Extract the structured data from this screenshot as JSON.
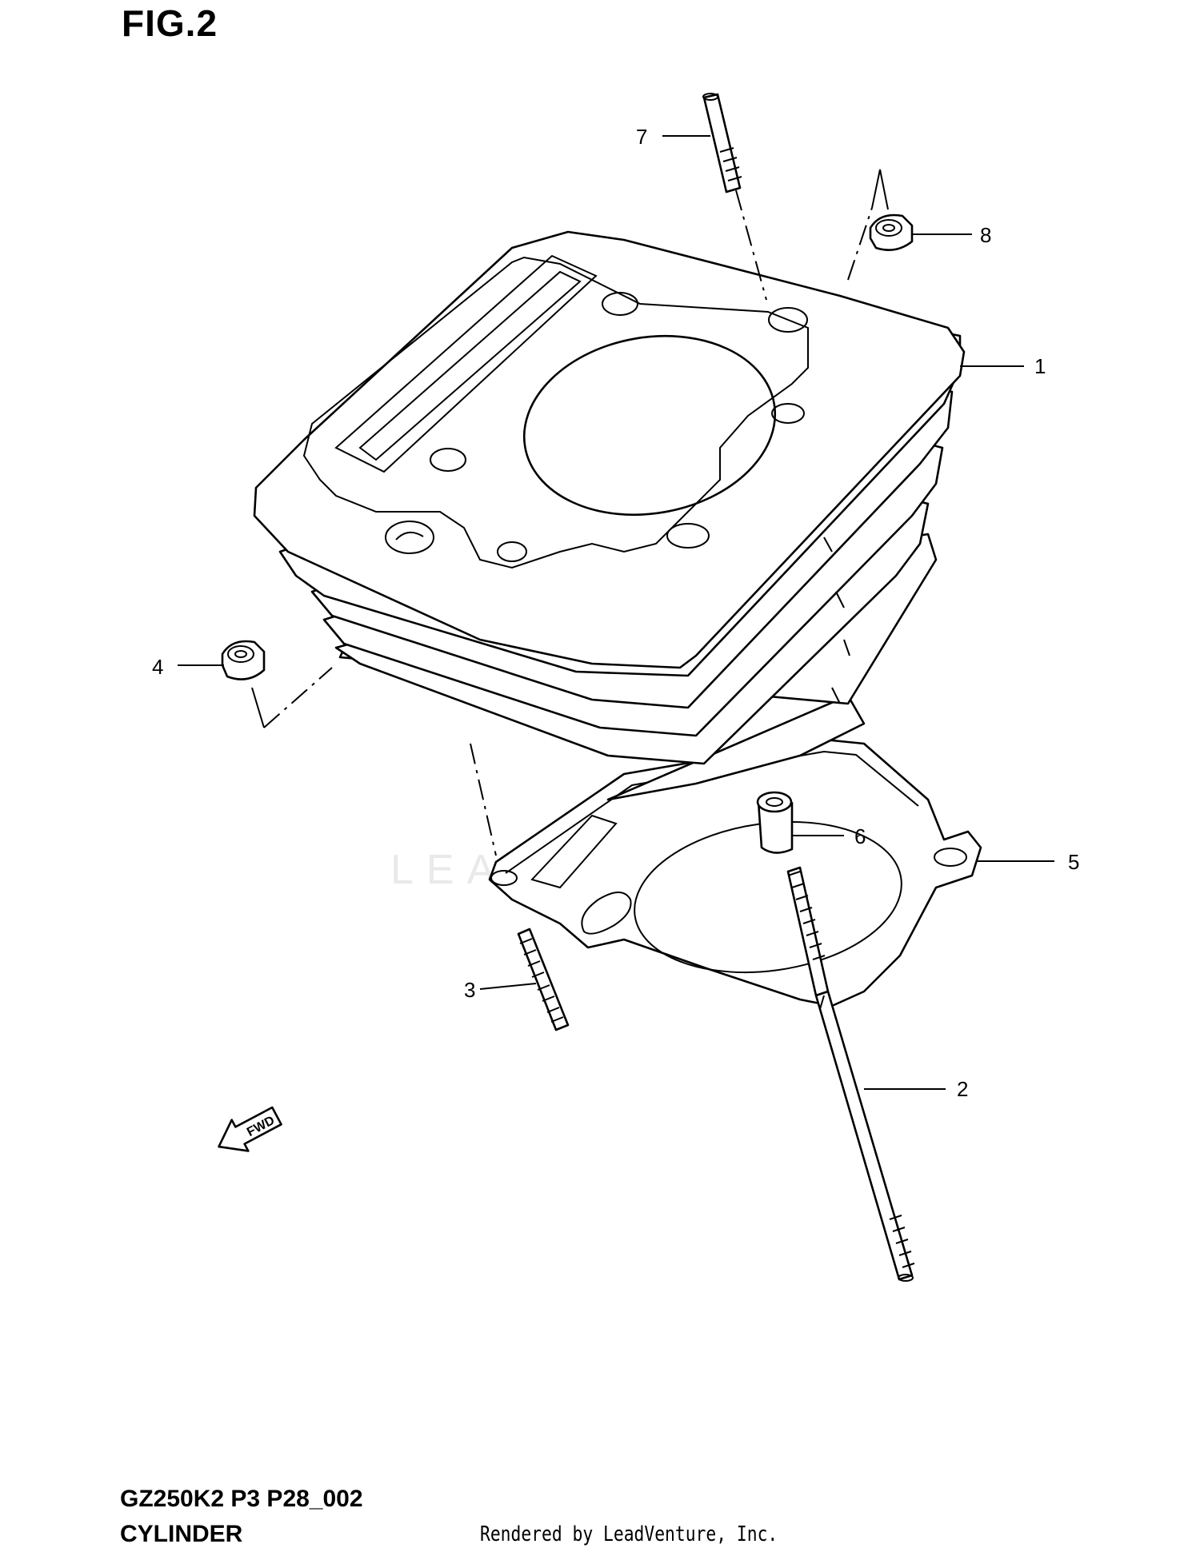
{
  "figure_title": "FIG.2",
  "model_code": "GZ250K2 P3 P28_002",
  "section_name": "CYLINDER",
  "rendered_by": "Rendered by LeadVenture, Inc.",
  "watermark_text": "LEADVENTURE",
  "fwd_label": "FWD",
  "callouts": {
    "c1": "1",
    "c2": "2",
    "c3": "3",
    "c4": "4",
    "c5": "5",
    "c6": "6",
    "c7": "7",
    "c8": "8"
  }
}
